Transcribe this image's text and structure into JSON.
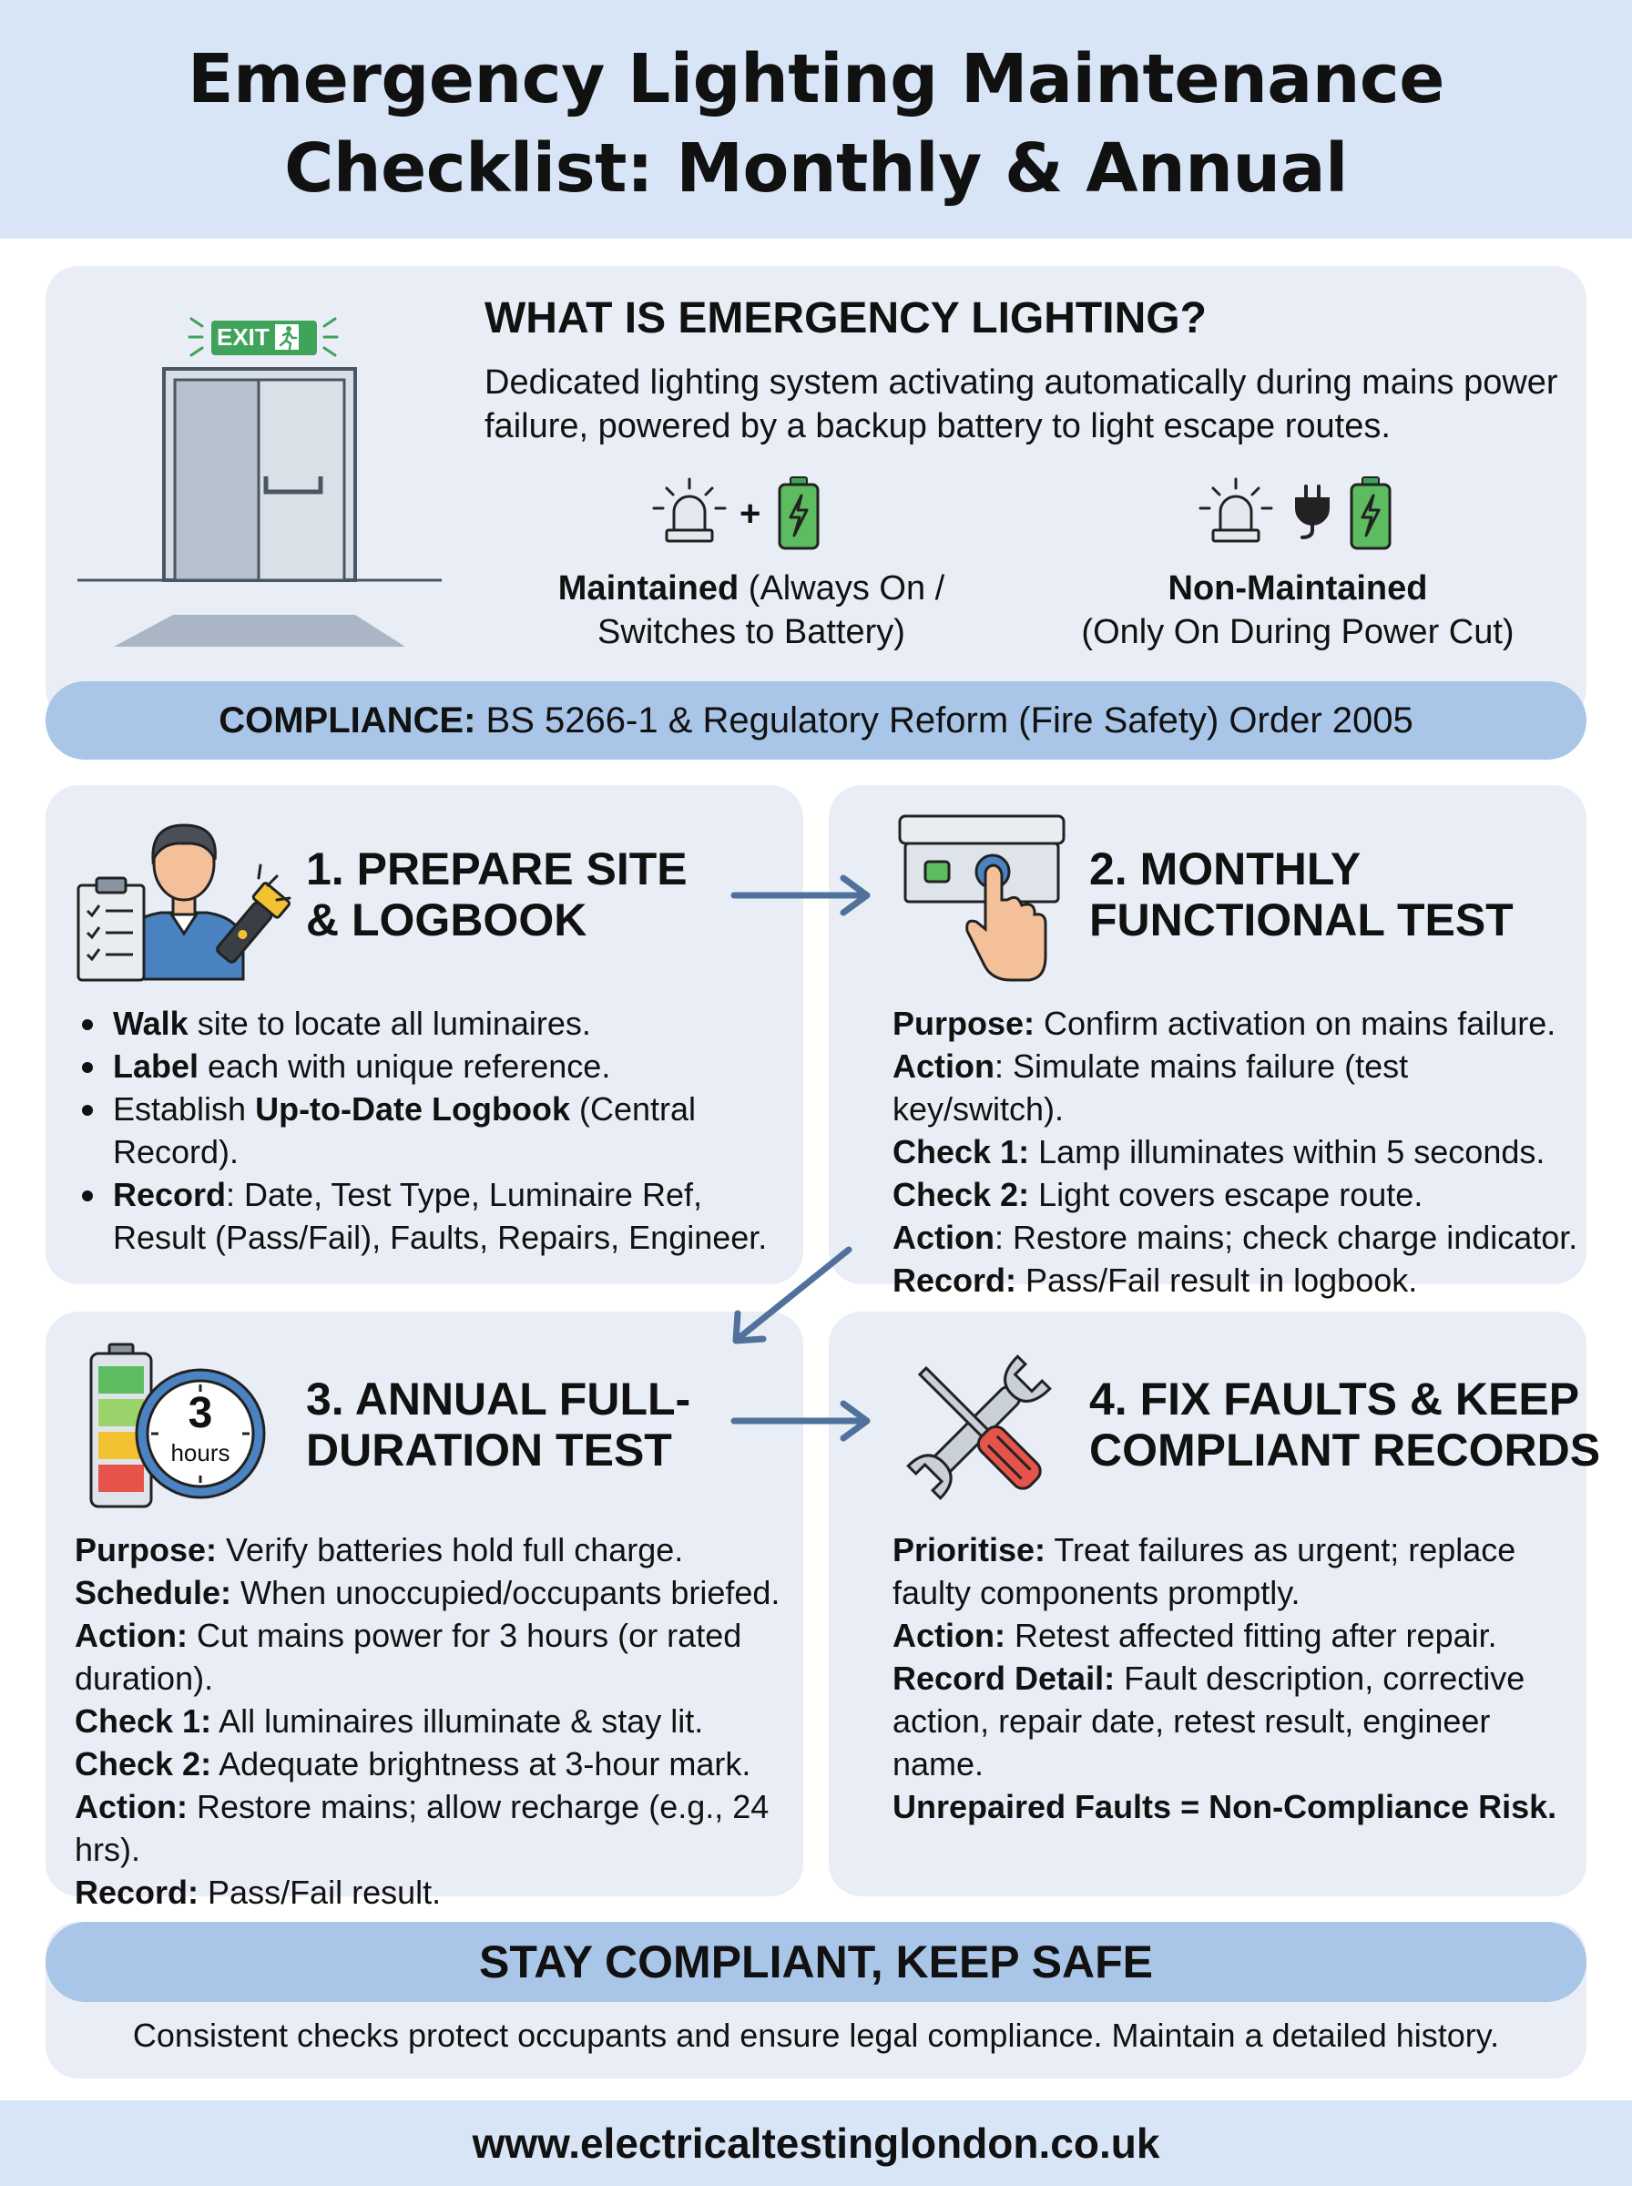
{
  "header": {
    "title_line1": "Emergency Lighting Maintenance",
    "title_line2": "Checklist: Monthly & Annual"
  },
  "intro": {
    "exit_sign": "EXIT",
    "title": "WHAT IS EMERGENCY LIGHTING?",
    "description": "Dedicated lighting system activating automatically during mains power failure, powered by a backup battery to light escape routes.",
    "plus": "+",
    "maintained_bold": "Maintained",
    "maintained_rest1": " (Always On /",
    "maintained_line2": "Switches to Battery)",
    "nonmaintained_bold": "Non-Maintained",
    "nonmaintained_line2": "(Only On During Power Cut)"
  },
  "compliance": {
    "label": "COMPLIANCE:",
    "text": " BS 5266-1 & Regulatory Reform (Fire Safety) Order 2005"
  },
  "step1": {
    "title_line1": "1. PREPARE SITE",
    "title_line2": "& LOGBOOK",
    "items": [
      {
        "bold": "Walk",
        "rest": " site to locate all luminaires."
      },
      {
        "bold": "Label",
        "rest": " each with unique reference."
      },
      {
        "pre": "Establish ",
        "bold": "Up-to-Date Logbook",
        "rest": " (Central Record)."
      },
      {
        "bold": "Record",
        "rest": ": Date, Test Type, Luminaire Ref, Result (Pass/Fail), Faults, Repairs, Engineer."
      }
    ]
  },
  "step2": {
    "title_line1": "2. MONTHLY",
    "title_line2": "FUNCTIONAL TEST",
    "items": [
      {
        "bold": "Purpose:",
        "rest": " Confirm activation on mains failure."
      },
      {
        "bold": "Action",
        "rest": ": Simulate mains failure (test key/switch)."
      },
      {
        "bold": "Check 1:",
        "rest": " Lamp illuminates within 5 seconds."
      },
      {
        "bold": "Check 2:",
        "rest": " Light covers escape route."
      },
      {
        "bold": "Action",
        "rest": ": Restore mains; check charge indicator."
      },
      {
        "bold": "Record:",
        "rest": " Pass/Fail result in logbook."
      }
    ]
  },
  "step3": {
    "title_line1": "3. ANNUAL FULL-",
    "title_line2": "DURATION TEST",
    "timer_number": "3",
    "timer_unit": "hours",
    "items": [
      {
        "bold": "Purpose:",
        "rest": " Verify batteries hold full charge."
      },
      {
        "bold": "Schedule:",
        "rest": " When unoccupied/occupants briefed."
      },
      {
        "bold": "Action:",
        "rest": " Cut mains power for 3 hours (or rated"
      },
      {
        "bold": "",
        "rest": "duration)."
      },
      {
        "bold": "Check 1:",
        "rest": " All luminaires illuminate & stay lit."
      },
      {
        "bold": "Check 2:",
        "rest": " Adequate brightness at 3-hour mark."
      },
      {
        "bold": "Action:",
        "rest": " Restore mains; allow recharge (e.g., 24 hrs)."
      },
      {
        "bold": "Record:",
        "rest": " Pass/Fail result."
      }
    ]
  },
  "step4": {
    "title_line1": "4. FIX FAULTS & KEEP",
    "title_line2": "COMPLIANT RECORDS",
    "items": [
      {
        "bold": "Prioritise:",
        "rest": " Treat failures as urgent; replace"
      },
      {
        "bold": "",
        "rest": "faulty components promptly."
      },
      {
        "bold": "Action:",
        "rest": " Retest affected fitting after repair."
      },
      {
        "bold": "Record Detail:",
        "rest": " Fault description, corrective"
      },
      {
        "bold": "",
        "rest": "action, repair date, retest result, engineer name."
      },
      {
        "bold": "Unrepaired Faults = Non-Compliance Risk.",
        "rest": ""
      }
    ]
  },
  "stay": {
    "title": "STAY COMPLIANT, KEEP SAFE",
    "text": "Consistent checks protect occupants and ensure legal compliance. Maintain a detailed history."
  },
  "footer": {
    "url": "www.electricaltestinglondon.co.uk"
  },
  "colors": {
    "header_bg": "#d7e5f6",
    "card_bg": "#e9eef6",
    "bar_bg": "#a9c6e8",
    "arrow": "#4f719c",
    "exit_green": "#3fa35a"
  }
}
